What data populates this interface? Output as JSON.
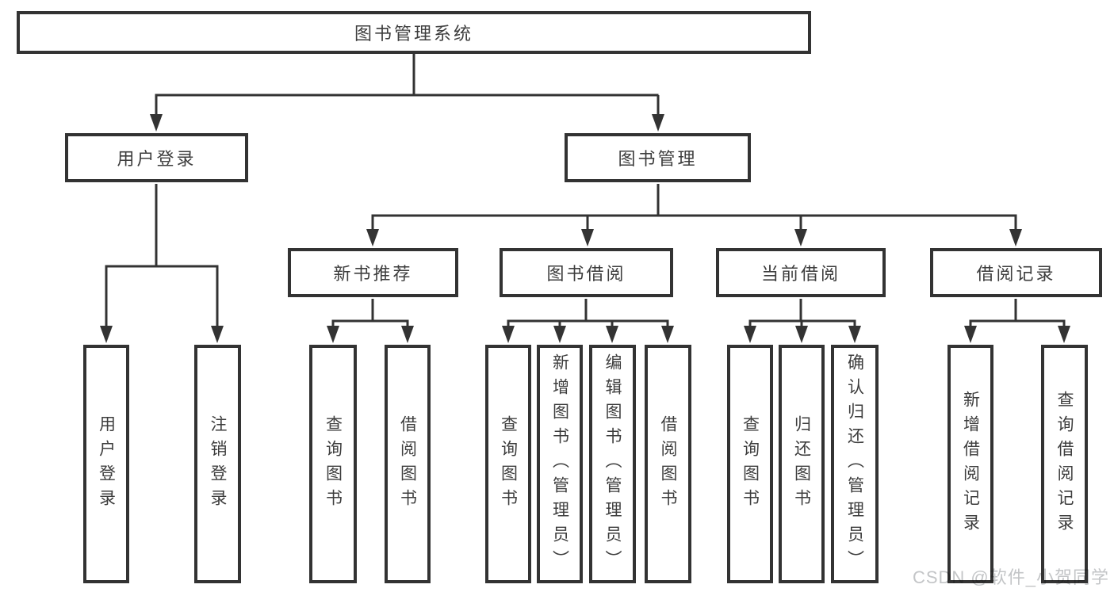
{
  "diagram_type": "hierarchy-tree",
  "colors": {
    "background": "#ffffff",
    "line": "#333333",
    "box_border": "#333333",
    "text": "#3d3d3d",
    "watermark": "#c3c5c7"
  },
  "tree": {
    "label": "图书管理系统",
    "children": [
      {
        "label": "用户登录",
        "children": [
          {
            "label": "用户登录"
          },
          {
            "label": "注销登录"
          }
        ]
      },
      {
        "label": "图书管理",
        "children": [
          {
            "label": "新书推荐",
            "children": [
              {
                "label": "查询图书"
              },
              {
                "label": "借阅图书"
              }
            ]
          },
          {
            "label": "图书借阅",
            "children": [
              {
                "label": "查询图书"
              },
              {
                "label": "新增图书（管理员）"
              },
              {
                "label": "编辑图书（管理员）"
              },
              {
                "label": "借阅图书"
              }
            ]
          },
          {
            "label": "当前借阅",
            "children": [
              {
                "label": "查询图书"
              },
              {
                "label": "归还图书"
              },
              {
                "label": "确认归还（管理员）"
              }
            ]
          },
          {
            "label": "借阅记录",
            "children": [
              {
                "label": "新增借阅记录"
              },
              {
                "label": "查询借阅记录"
              }
            ]
          }
        ]
      }
    ]
  },
  "watermark": {
    "text": "CSDN @软件_小贺同学"
  }
}
